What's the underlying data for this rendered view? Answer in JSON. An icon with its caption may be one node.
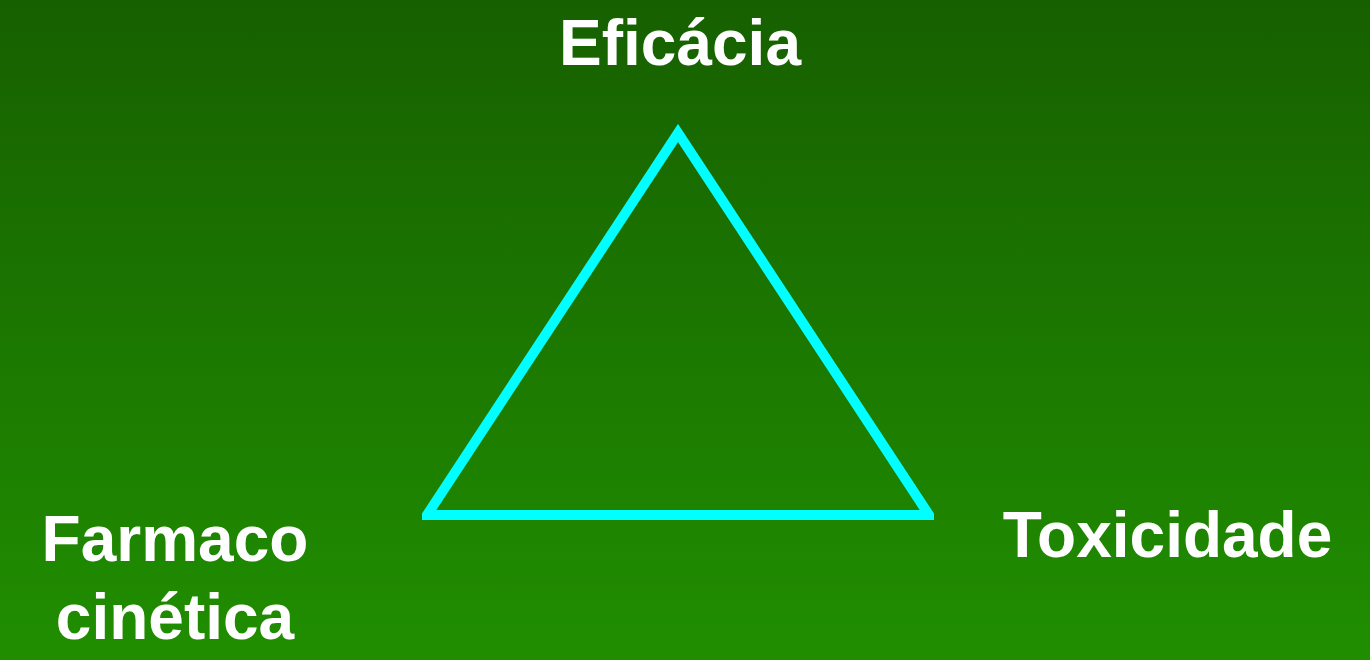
{
  "diagram": {
    "nodes": [
      {
        "text": [],
        "shape": "triangle"
      }
    ],
    "labels": [
      "Eficácia",
      "Farmaco cinética",
      "Toxicidade"
    ]
  }
}
